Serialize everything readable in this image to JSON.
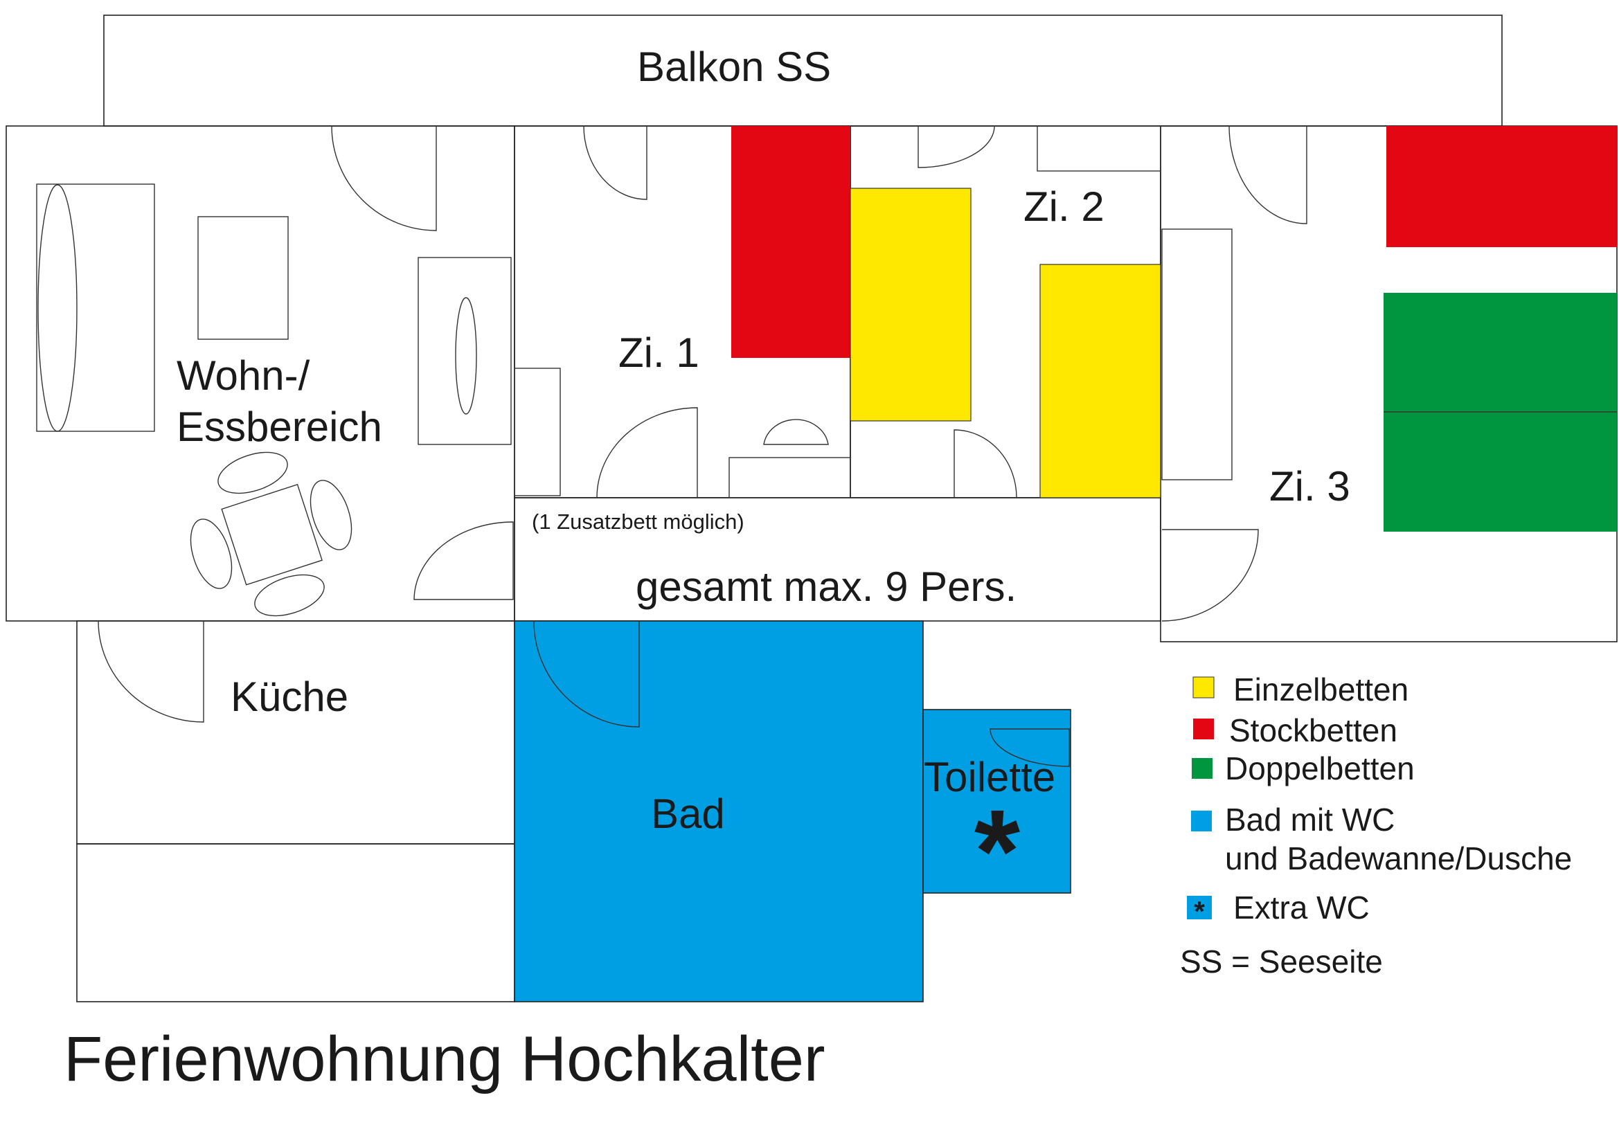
{
  "title": "Ferienwohnung Hochkalter",
  "rooms": {
    "balkon": "Balkon SS",
    "wohn_line1": "Wohn-/",
    "wohn_line2": "Essbereich",
    "zi1": "Zi. 1",
    "zi2": "Zi. 2",
    "zi3": "Zi. 3",
    "kueche": "Küche",
    "bad": "Bad",
    "toilette": "Toilette",
    "toilette_mark": "*"
  },
  "notes": {
    "zusatzbett": "(1 Zusatzbett möglich)",
    "gesamt": "gesamt max. 9 Pers."
  },
  "legend": {
    "items": [
      {
        "label": "Einzelbetten",
        "color": "#ffe800"
      },
      {
        "label": "Stockbetten",
        "color": "#e30613"
      },
      {
        "label": "Doppelbetten",
        "color": "#009640"
      },
      {
        "label": "Bad mit WC",
        "label2": "und Badewanne/Dusche",
        "color": "#009fe3"
      },
      {
        "label": "Extra WC",
        "color": "#009fe3",
        "mark": "*"
      }
    ],
    "footnote": "SS = Seeseite"
  },
  "colors": {
    "einzelbett": "#ffe800",
    "stockbett": "#e30613",
    "doppelbett": "#009640",
    "bad": "#009fe3"
  }
}
